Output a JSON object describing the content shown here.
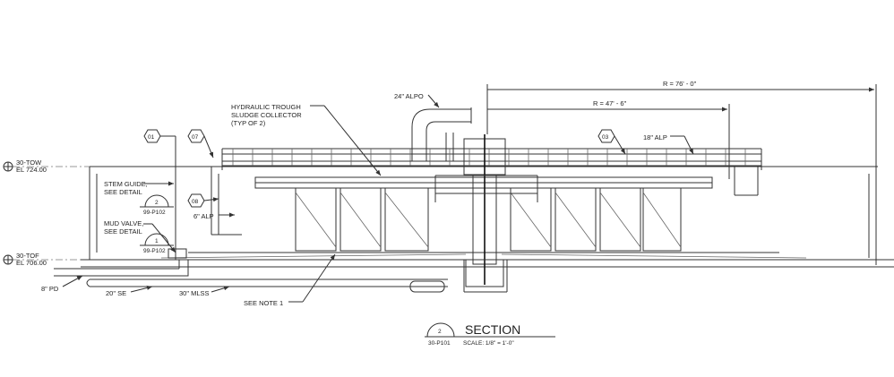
{
  "title": {
    "tag_number": "2",
    "tag_sheet": "30-P101",
    "text": "SECTION",
    "scale": "SCALE: 1/8\" = 1'-0\""
  },
  "dimensions": {
    "outer_radius": "R = 76' - 0\"",
    "inner_radius": "R = 47' - 6\""
  },
  "elevations": [
    {
      "name": "30-TOW",
      "el": "EL 724.00"
    },
    {
      "name": "30-TOF",
      "el": "EL 706.00"
    }
  ],
  "tags": [
    "01",
    "07",
    "08",
    "03"
  ],
  "callouts": {
    "alpo_24": "24\" ALPO",
    "hydraulic_trough": "HYDRAULIC TROUGH",
    "sludge_collector": "SLUDGE COLLECTOR",
    "typ_of_2": "(TYP OF 2)",
    "alp_18": "18\" ALP",
    "alp_6": "6\" ALP",
    "stem_guide_1": "STEM GUIDE,",
    "stem_guide_2": "SEE DETAIL",
    "mud_valve_1": "MUD VALVE,",
    "mud_valve_2": "SEE DETAIL",
    "pd_8": "8\" PD",
    "se_20": "20\" SE",
    "mlss_30": "30\" MLSS",
    "see_note": "SEE NOTE 1"
  },
  "detail_refs": [
    {
      "number": "2",
      "sheet": "99-P102"
    },
    {
      "number": "1",
      "sheet": "99-P102"
    }
  ]
}
